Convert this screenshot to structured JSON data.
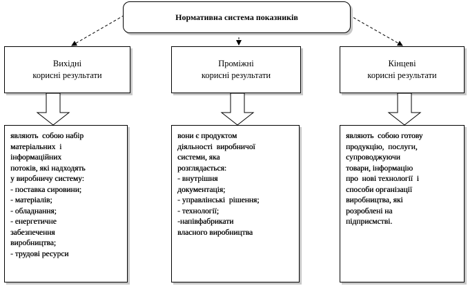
{
  "root": {
    "title": "Нормативна система показників"
  },
  "categories": [
    {
      "line1": "Вихідні",
      "line2": "корисні результати"
    },
    {
      "line1": "Проміжні",
      "line2": "корисні результати"
    },
    {
      "line1": "Кінцеві",
      "line2": "корисні результати"
    }
  ],
  "descriptions": [
    {
      "lines": [
        "являють  собою набір",
        "матеріальних  і",
        "інформаційних",
        "потоків, які надходять",
        "у виробничу систему:",
        "- поставка сировини;",
        "- матеріалів;",
        "- обладнання;",
        "- енергетичне",
        "забезпечення",
        "виробництва;",
        "- трудові ресурси"
      ]
    },
    {
      "lines": [
        "вони є продуктом",
        "діяльності  виробничої",
        "системи, яка",
        "розглядається:",
        "- внутрішня",
        "документація;",
        "- управлінські  рішення;",
        "- технології;",
        "-напівфабрикати",
        "власного виробництва"
      ]
    },
    {
      "lines": [
        "являють  собою готову",
        "продукцію,  послуги,",
        "супроводжуючи",
        "товари, інформацію",
        "про  нові технології  і",
        "способи організації",
        "виробництва, які",
        "розроблені на",
        "підприємстві."
      ]
    }
  ]
}
